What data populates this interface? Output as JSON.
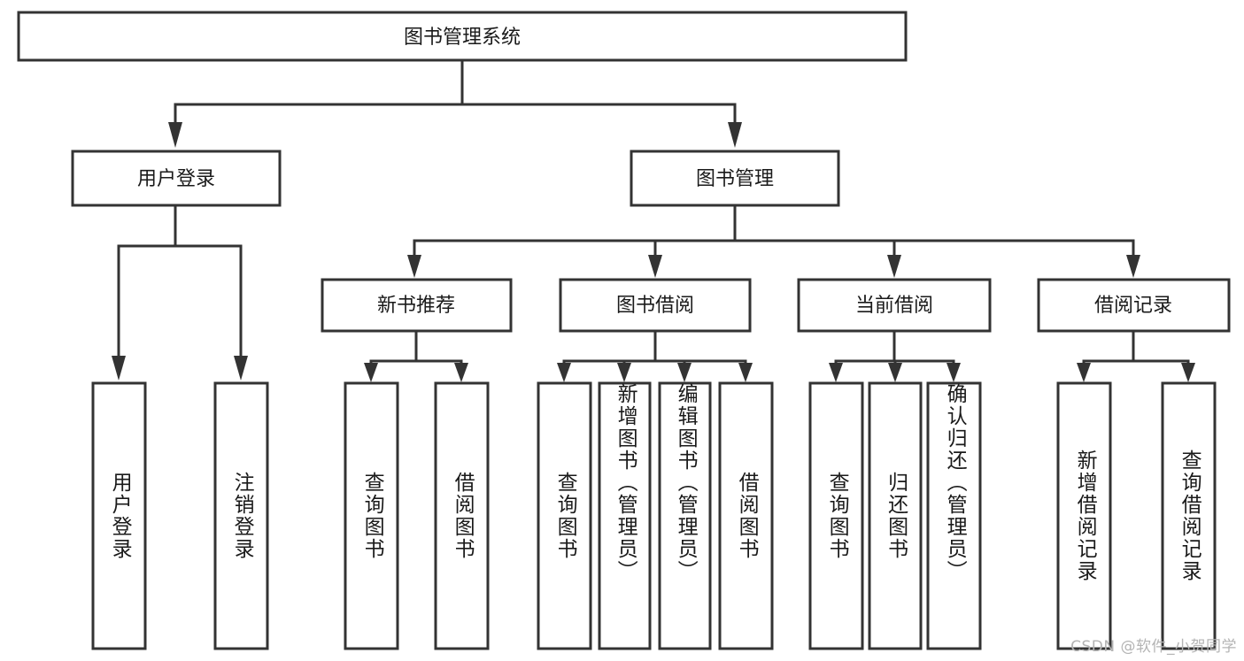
{
  "diagram": {
    "title": "图书管理系统",
    "watermark": "CSDN @软件_小贺同学",
    "colors": {
      "stroke": "#333333",
      "fill": "#ffffff",
      "text": "#1a1a1a",
      "watermark": "#b4b4b4",
      "background": "#ffffff"
    },
    "root": {
      "label": "图书管理系统"
    },
    "level2": [
      {
        "label": "用户登录"
      },
      {
        "label": "图书管理"
      }
    ],
    "level3": [
      {
        "label": "新书推荐"
      },
      {
        "label": "图书借阅"
      },
      {
        "label": "当前借阅"
      },
      {
        "label": "借阅记录"
      }
    ],
    "leaves": {
      "user_login": [
        {
          "label": "用户登录"
        },
        {
          "label": "注销登录"
        }
      ],
      "new_book_recommend": [
        {
          "label": "查询图书"
        },
        {
          "label": "借阅图书"
        }
      ],
      "book_borrow": [
        {
          "label": "查询图书"
        },
        {
          "label": "新增图书（管理员）"
        },
        {
          "label": "编辑图书（管理员）"
        },
        {
          "label": "借阅图书"
        }
      ],
      "current_borrow": [
        {
          "label": "查询图书"
        },
        {
          "label": "归还图书"
        },
        {
          "label": "确认归还（管理员）"
        }
      ],
      "borrow_record": [
        {
          "label": "新增借阅记录"
        },
        {
          "label": "查询借阅记录"
        }
      ]
    }
  },
  "chart_data": {
    "type": "tree-diagram",
    "title": "图书管理系统",
    "description": "Hierarchical function structure chart of a library management system",
    "nodes": [
      {
        "id": "root",
        "label": "图书管理系统",
        "level": 0,
        "parent": null
      },
      {
        "id": "n1",
        "label": "用户登录",
        "level": 1,
        "parent": "root"
      },
      {
        "id": "n2",
        "label": "图书管理",
        "level": 1,
        "parent": "root"
      },
      {
        "id": "n1a",
        "label": "用户登录",
        "level": 2,
        "parent": "n1"
      },
      {
        "id": "n1b",
        "label": "注销登录",
        "level": 2,
        "parent": "n1"
      },
      {
        "id": "n2a",
        "label": "新书推荐",
        "level": 2,
        "parent": "n2"
      },
      {
        "id": "n2b",
        "label": "图书借阅",
        "level": 2,
        "parent": "n2"
      },
      {
        "id": "n2c",
        "label": "当前借阅",
        "level": 2,
        "parent": "n2"
      },
      {
        "id": "n2d",
        "label": "借阅记录",
        "level": 2,
        "parent": "n2"
      },
      {
        "id": "n2a1",
        "label": "查询图书",
        "level": 3,
        "parent": "n2a"
      },
      {
        "id": "n2a2",
        "label": "借阅图书",
        "level": 3,
        "parent": "n2a"
      },
      {
        "id": "n2b1",
        "label": "查询图书",
        "level": 3,
        "parent": "n2b"
      },
      {
        "id": "n2b2",
        "label": "新增图书（管理员）",
        "level": 3,
        "parent": "n2b"
      },
      {
        "id": "n2b3",
        "label": "编辑图书（管理员）",
        "level": 3,
        "parent": "n2b"
      },
      {
        "id": "n2b4",
        "label": "借阅图书",
        "level": 3,
        "parent": "n2b"
      },
      {
        "id": "n2c1",
        "label": "查询图书",
        "level": 3,
        "parent": "n2c"
      },
      {
        "id": "n2c2",
        "label": "归还图书",
        "level": 3,
        "parent": "n2c"
      },
      {
        "id": "n2c3",
        "label": "确认归还（管理员）",
        "level": 3,
        "parent": "n2c"
      },
      {
        "id": "n2d1",
        "label": "新增借阅记录",
        "level": 3,
        "parent": "n2d"
      },
      {
        "id": "n2d2",
        "label": "查询借阅记录",
        "level": 3,
        "parent": "n2d"
      }
    ]
  }
}
